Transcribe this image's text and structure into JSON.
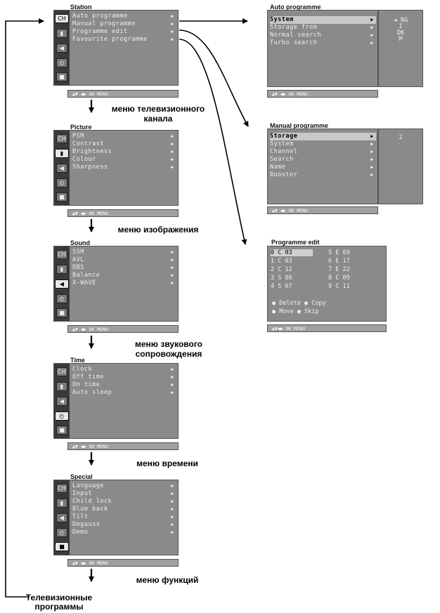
{
  "nav_bar_label": "▲▼ ◀▶ OK MENU",
  "nav_bar_label_short": "▲▼◀▶ OK MENU",
  "menus": [
    {
      "title": "Station",
      "items": [
        "Auto programme",
        "Manual programme",
        "Programme edit",
        "Favourite programme"
      ],
      "caption": "меню телевизионного канала"
    },
    {
      "title": "Picture",
      "items": [
        "PSM",
        "Contrast",
        "Brightness",
        "Colour",
        "Sharpness"
      ],
      "caption": "меню изображения"
    },
    {
      "title": "Sound",
      "items": [
        "SSM",
        "AVL",
        "DBS",
        "Balance",
        "X-WAVE"
      ],
      "caption": "меню звукового сопровождения"
    },
    {
      "title": "Time",
      "items": [
        "Clock",
        "Off time",
        "On time",
        "Auto sleep"
      ],
      "caption": "меню времени"
    },
    {
      "title": "Special",
      "items": [
        "Language",
        "Input",
        "Child lock",
        "Blue back",
        "Tilt",
        "Degauss",
        "Demo"
      ],
      "caption": "меню функций"
    }
  ],
  "icons": [
    "tv-channel-icon",
    "picture-icon",
    "sound-icon",
    "clock-icon",
    "special-icon"
  ],
  "left_label": "Телевизионные программы",
  "submenus": {
    "auto": {
      "title": "Auto programme",
      "items": [
        "System",
        "Storage from",
        "Normal search",
        "Turbo search"
      ],
      "values": [
        "◄ BG",
        "I",
        "DK",
        "M"
      ]
    },
    "manual": {
      "title": "Manual programme",
      "items": [
        "Storage",
        "System",
        "Channel",
        "Search",
        "Name",
        "Booster"
      ],
      "value": "2"
    },
    "edit": {
      "title": "Programme edit",
      "rows": [
        [
          "0  C 03",
          "5  E 69"
        ],
        [
          "1  C 03",
          "6  E 17"
        ],
        [
          "2  C 12",
          "7  E 22"
        ],
        [
          "3  S 66",
          "8  C 09"
        ],
        [
          "4  S 67",
          "9  C 11"
        ]
      ],
      "legend": [
        "● Delete  ● Copy",
        "● Move    ● Skip"
      ]
    }
  },
  "colors": {
    "panel": "#8a8a8a",
    "icon_column": "#3a3a3a",
    "highlight": "#c8c8c8"
  }
}
